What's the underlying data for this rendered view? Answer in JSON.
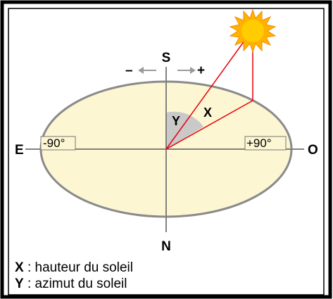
{
  "diagram": {
    "south_label": "S",
    "north_label": "N",
    "east_label": "E",
    "west_label": "O",
    "minus_label": "–",
    "plus_label": "+",
    "left_deg_label": "-90°",
    "right_deg_label": "+90°",
    "angle_y_label": "Y",
    "angle_x_label": "X"
  },
  "legend": {
    "x_symbol": "X",
    "x_text": " : hauteur du soleil",
    "y_symbol": "Y",
    "y_text": " : azimut du soleil"
  },
  "colors": {
    "ellipse_fill": "#fcf6d2",
    "sun": "#ffb300",
    "ray": "#e8000b",
    "axis": "#808080",
    "frame": "#000000"
  }
}
